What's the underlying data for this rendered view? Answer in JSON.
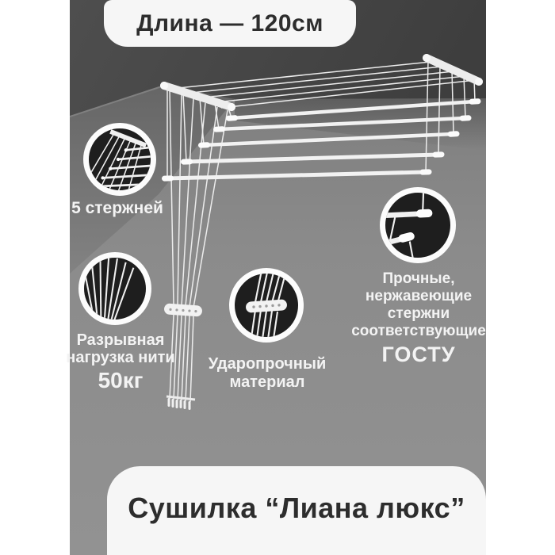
{
  "product": {
    "length_badge_label": "Длина — 120см",
    "title_badge_label": "Сушилка “Лиана люкс”"
  },
  "features": {
    "rods_count": {
      "label": "5 стержней"
    },
    "thread_load": {
      "label_line1": "Разрывная",
      "label_line2": "нагрузка нити",
      "value": "50кг"
    },
    "material": {
      "label_line1": "Ударопрочный",
      "label_line2": "материал"
    },
    "gost_rods": {
      "label_line1": "Прочные,",
      "label_line2": "нержавеющие",
      "label_line3": "стержни",
      "label_line4": "соответствующие",
      "value": "ГОСТУ"
    }
  },
  "icons": {
    "rods_zoom": "bracket-with-rods-closeup",
    "thread_zoom": "cords-fan-closeup",
    "material_zoom": "cord-comb-closeup",
    "gost_zoom": "rod-ends-closeup"
  },
  "colors": {
    "page-bg": "#ffffff",
    "badge-bg": "#f6f6f6",
    "badge-text": "#2d2d2d",
    "wall-gray": "#8d8d8d",
    "ceiling-gray": "#454545",
    "circle-bg": "#1e1e1e",
    "circle-ring": "#fcfcfc",
    "label-text": "#f3f3f3",
    "product-white": "#f2f2f2"
  }
}
